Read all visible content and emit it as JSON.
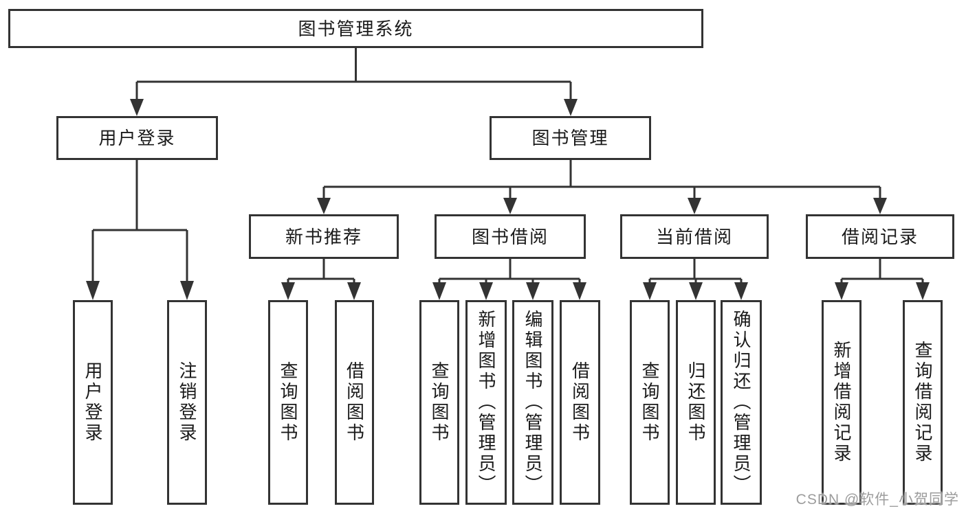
{
  "diagram": {
    "root": {
      "label": "图书管理系统"
    },
    "level1": [
      {
        "label": "用户登录",
        "children": [
          {
            "label": "用户登录"
          },
          {
            "label": "注销登录"
          }
        ]
      },
      {
        "label": "图书管理",
        "children": [
          {
            "label": "新书推荐",
            "children": [
              {
                "label": "查询图书"
              },
              {
                "label": "借阅图书"
              }
            ]
          },
          {
            "label": "图书借阅",
            "children": [
              {
                "label": "查询图书"
              },
              {
                "label": "新增图书（管理员）"
              },
              {
                "label": "编辑图书（管理员）"
              },
              {
                "label": "借阅图书"
              }
            ]
          },
          {
            "label": "当前借阅",
            "children": [
              {
                "label": "查询图书"
              },
              {
                "label": "归还图书"
              },
              {
                "label": "确认归还（管理员）"
              }
            ]
          },
          {
            "label": "借阅记录",
            "children": [
              {
                "label": "新增借阅记录"
              },
              {
                "label": "查询借阅记录"
              }
            ]
          }
        ]
      }
    ]
  },
  "watermark": {
    "text": "CSDN @软件_小贺同学"
  },
  "colors": {
    "line": "#333333",
    "box_border": "#333333",
    "text": "#1a1a1a",
    "watermark": "#9c9c9c",
    "background": "#ffffff"
  }
}
